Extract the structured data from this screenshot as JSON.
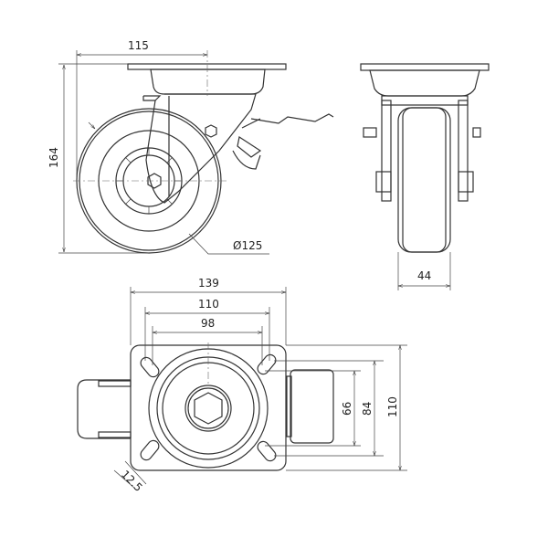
{
  "dimensions": {
    "side_width": "115",
    "side_height": "164",
    "wheel_diameter": "Ø125",
    "front_wheel_width": "44",
    "plate_length": "139",
    "hole_spacing_outer": "110",
    "hole_spacing_inner": "98",
    "plate_width": "110",
    "hole_spacing_84": "84",
    "hole_spacing_66": "66",
    "slot_width": "12.5"
  }
}
